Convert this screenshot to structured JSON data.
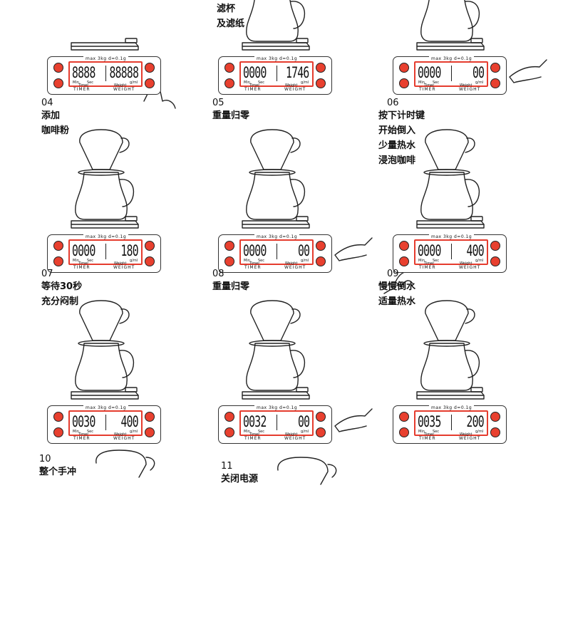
{
  "display_labels": {
    "max_line": "max 3kg d=0.1g",
    "timer": "TIMER",
    "weight": "WEIGHT",
    "min": "Min",
    "sec": "Sec",
    "timer_small": "Timer",
    "weight_small": "Weight",
    "gml": "g/ml"
  },
  "steps": [
    {
      "id": "s1",
      "number": "",
      "caption": "",
      "timer": "8888",
      "weight": "88888",
      "scene": "scale",
      "hand": "bottom"
    },
    {
      "id": "s2",
      "number": "",
      "caption": "滤杯\n及滤纸",
      "timer": "0000",
      "weight": "1746",
      "scene": "pot",
      "hand": "none"
    },
    {
      "id": "s3",
      "number": "",
      "caption": "",
      "timer": "0000",
      "weight": "00",
      "scene": "pot",
      "hand": "right"
    },
    {
      "id": "s4",
      "number": "04",
      "caption": "添加\n咖啡粉",
      "timer": "0000",
      "weight": "180",
      "scene": "dripper",
      "hand": "none"
    },
    {
      "id": "s5",
      "number": "05",
      "caption": "重量归零",
      "timer": "0000",
      "weight": "00",
      "scene": "dripper",
      "hand": "right"
    },
    {
      "id": "s6",
      "number": "06",
      "caption": "按下计时键\n开始倒入\n少量热水\n浸泡咖啡",
      "timer": "0000",
      "weight": "400",
      "scene": "dripper",
      "hand": "left"
    },
    {
      "id": "s7",
      "number": "07",
      "caption": "等待30秒\n充分闷制",
      "timer": "0030",
      "weight": "400",
      "scene": "dripper",
      "hand": "none"
    },
    {
      "id": "s8",
      "number": "08",
      "caption": "重量归零",
      "timer": "0032",
      "weight": "00",
      "scene": "dripper",
      "hand": "right"
    },
    {
      "id": "s9",
      "number": "09",
      "caption": "慢慢倒水\n适量热水",
      "timer": "0035",
      "weight": "200",
      "scene": "dripper",
      "hand": "none"
    },
    {
      "id": "s10",
      "number": "10",
      "caption": "整个手冲",
      "timer": "",
      "weight": "",
      "scene": "partial",
      "hand": "none"
    },
    {
      "id": "s11",
      "number": "11",
      "caption": "关闭电源",
      "timer": "",
      "weight": "",
      "scene": "partial",
      "hand": "none"
    }
  ],
  "colors": {
    "accent": "#e8402f",
    "line": "#222222",
    "lcd_frame": "#e53c2e"
  }
}
